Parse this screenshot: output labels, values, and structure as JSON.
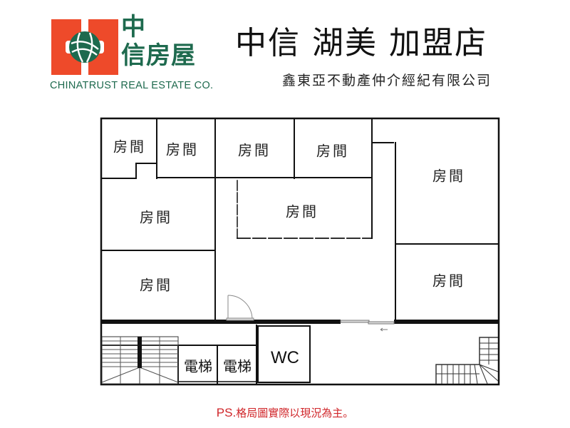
{
  "header": {
    "logo": {
      "name_zh_line1": "中",
      "name_zh_line2": "信房屋",
      "name_en": "CHINATRUST REAL ESTATE CO.",
      "colors": {
        "red": "#ee4a2a",
        "green": "#1e6a4e"
      }
    },
    "title": "中信 湖美 加盟店",
    "subtitle": "鑫東亞不動產仲介經紀有限公司"
  },
  "floor_plan": {
    "rooms": [
      {
        "id": "room-top-1",
        "label": "房間"
      },
      {
        "id": "room-top-2",
        "label": "房間"
      },
      {
        "id": "room-top-3",
        "label": "房間"
      },
      {
        "id": "room-top-4",
        "label": "房間"
      },
      {
        "id": "room-center",
        "label": "房間"
      },
      {
        "id": "room-left-middle",
        "label": "房間"
      },
      {
        "id": "room-left-bottom",
        "label": "房間"
      },
      {
        "id": "room-right-top",
        "label": "房間"
      },
      {
        "id": "room-right-bottom",
        "label": "房間"
      }
    ],
    "elevators": [
      {
        "id": "elevator-1",
        "label": "電梯"
      },
      {
        "id": "elevator-2",
        "label": "電梯"
      }
    ],
    "restroom": {
      "label": "WC"
    }
  },
  "footer": {
    "note_prefix": "PS.",
    "note_text": "格局圖實際以現況為主。",
    "color": "#d0262a"
  }
}
